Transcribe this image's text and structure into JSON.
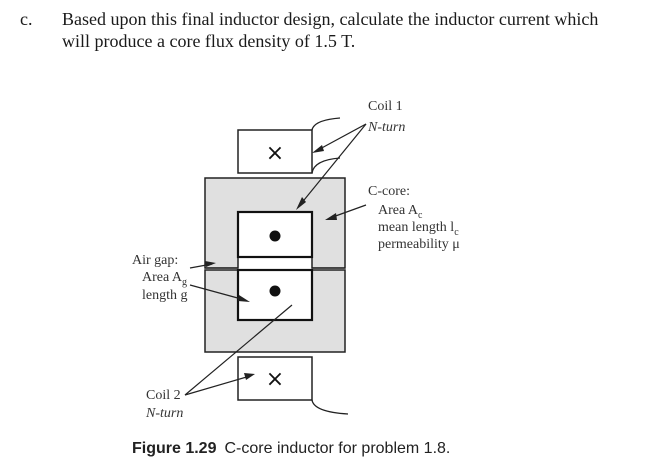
{
  "problem": {
    "marker": "c.",
    "text": "Based upon this final inductor design, calculate the inductor current which will produce a core flux density of 1.5 T."
  },
  "figure": {
    "labels": {
      "coil1_title": "Coil 1",
      "coil1_sub": "N-turn",
      "ccore_title": "C-core:",
      "ccore_area_prefix": "Area A",
      "ccore_area_sub": "c",
      "ccore_len_prefix": "mean length l",
      "ccore_len_sub": "c",
      "ccore_perm": "permeability μ",
      "airgap_title": "Air gap:",
      "airgap_area_prefix": "Area A",
      "airgap_area_sub": "g",
      "airgap_len": "length g",
      "coil2_title": "Coil 2",
      "coil2_sub": "N-turn"
    },
    "symbols": {
      "cross": "×",
      "dot": "●"
    },
    "caption": {
      "number": "Figure 1.29",
      "text": "C-core inductor for problem 1.8."
    }
  }
}
